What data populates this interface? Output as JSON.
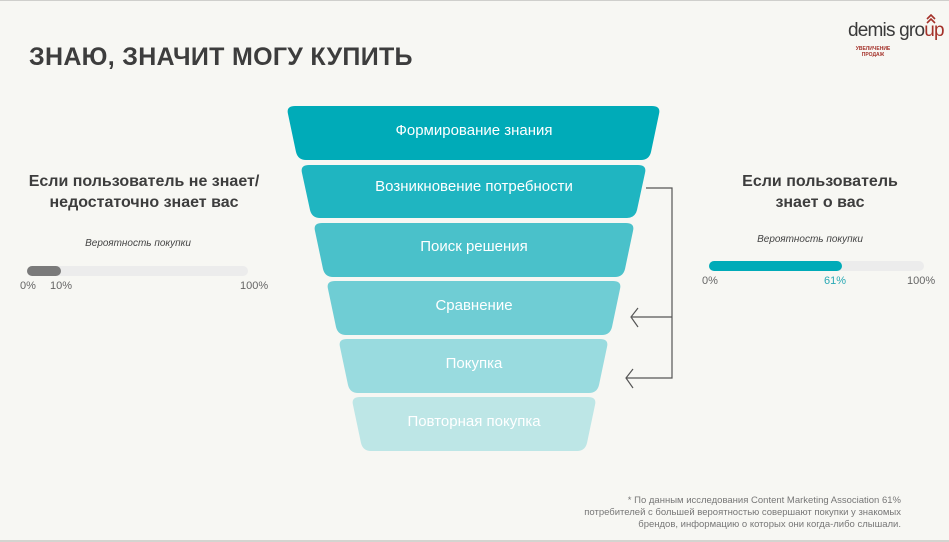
{
  "header": {
    "title": "ЗНАЮ, ЗНАЧИТ МОГУ КУПИТЬ"
  },
  "logo": {
    "name_main": "demis gro",
    "name_accent": "up",
    "tagline_line1": "УВЕЛИЧЕНИЕ",
    "tagline_line2": "ПРОДАЖ",
    "accent_color": "#a4322a"
  },
  "left_panel": {
    "heading_line1": "Если пользователь не знает/",
    "heading_line2": "недостаточно знает вас",
    "probability_label": "Вероятность покупки",
    "value": 10,
    "value_label": "10%",
    "min_label": "0%",
    "max_label": "100%",
    "fill_color": "#7a7a7a"
  },
  "right_panel": {
    "heading_line1": "Если пользователь",
    "heading_line2": "знает о вас",
    "probability_label": "Вероятность покупки",
    "value": 61,
    "value_label": "61%",
    "min_label": "0%",
    "max_label": "100%",
    "fill_color": "#00abb8"
  },
  "funnel": {
    "stages": [
      {
        "label": "Формирование знания",
        "color": "#00abb8"
      },
      {
        "label": "Возникновение потребности",
        "color": "#1fb5c1"
      },
      {
        "label": "Поиск решения",
        "color": "#4ac1ca"
      },
      {
        "label": "Сравнение",
        "color": "#6fcdd4"
      },
      {
        "label": "Покупка",
        "color": "#99dbdf"
      },
      {
        "label": "Повторная покупка",
        "color": "#bde6e6"
      }
    ],
    "connector_color": "#555555"
  },
  "footnote": {
    "line1": "* По данным исследования Content Marketing Association 61%",
    "line2": "потребителей с большей вероятностью совершают покупки у знакомых",
    "line3": "брендов, информацию о которых они когда-либо слышали."
  }
}
